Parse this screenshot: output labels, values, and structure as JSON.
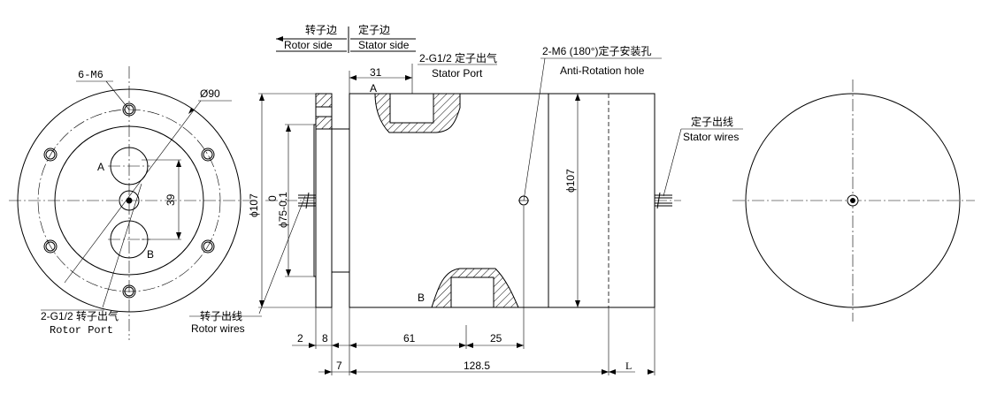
{
  "header": {
    "rotor_side_cn": "转子边",
    "rotor_side_en": "Rotor side",
    "stator_side_cn": "定子边",
    "stator_side_en": "Stator side"
  },
  "left_view": {
    "bolt_label": "6-M6",
    "pcd_label": "Ø90",
    "port_a": "A",
    "port_b": "B",
    "spacing_label": "39",
    "rotor_port_cn": "2-G1/2 转子出气",
    "rotor_port_en": "Rotor Port"
  },
  "side_view": {
    "stator_port_cn": "2-G1/2 定子出气",
    "stator_port_en": "Stator Port",
    "dim_31": "31",
    "port_a": "A",
    "port_b": "B",
    "hole_cn": "2-M6 (180°)定子安装孔",
    "hole_en": "Anti-Rotation hole",
    "dia_107_left": "ϕ107",
    "dia_pilot_0": "0",
    "dia_pilot": "ϕ75-0.1",
    "dia_107_right": "ϕ107",
    "stator_wires_cn": "定子出线",
    "stator_wires_en": "Stator wires",
    "rotor_wires_cn": "转子出线",
    "rotor_wires_en": "Rotor wires",
    "dim_2": "2",
    "dim_8": "8",
    "dim_61": "61",
    "dim_25": "25",
    "dim_7": "7",
    "dim_128": "128.5",
    "dim_L": "L"
  }
}
